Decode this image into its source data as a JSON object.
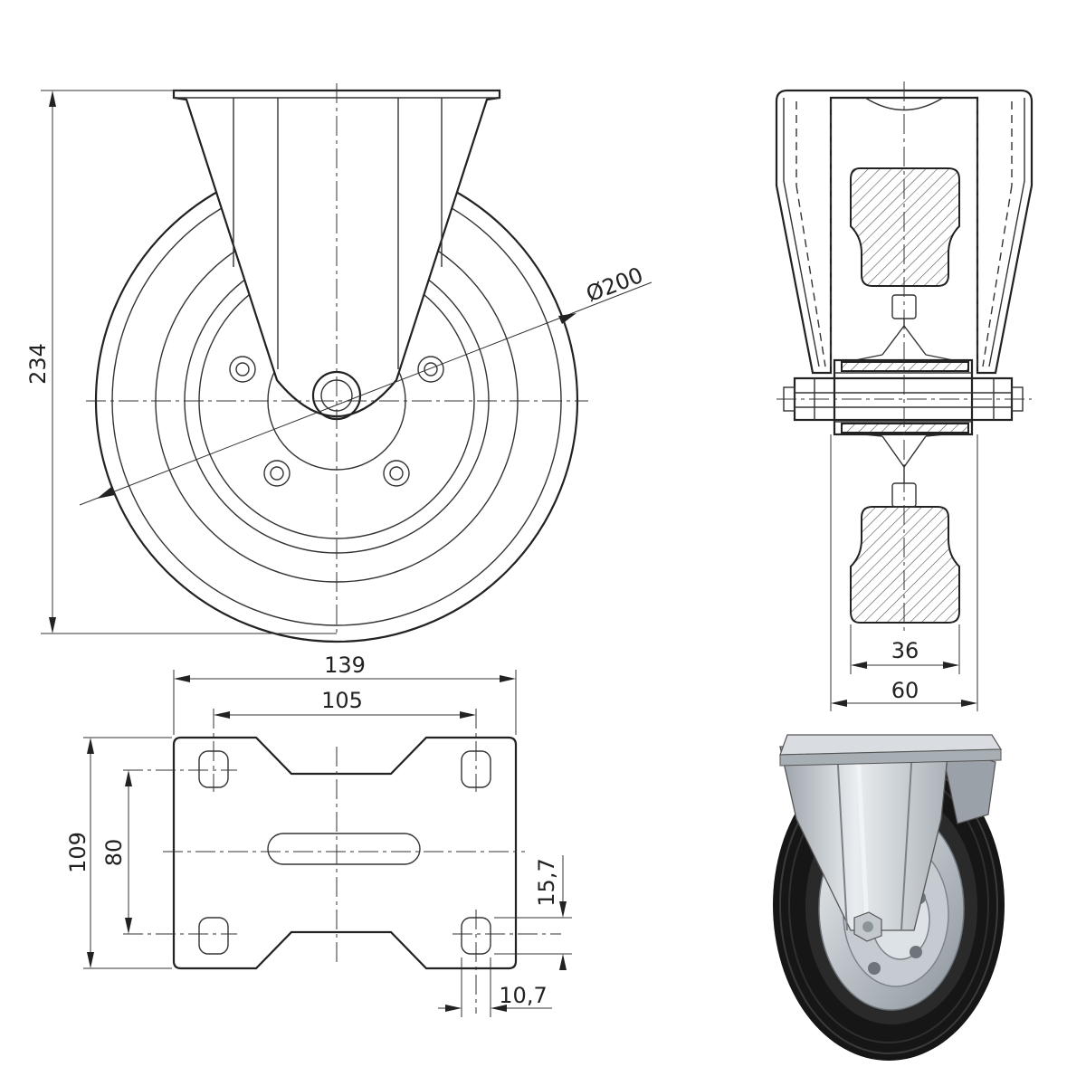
{
  "dimensions": {
    "height_overall": "234",
    "wheel_diameter": "Ø200",
    "plate_width": "139",
    "hole_spacing_width": "105",
    "plate_length": "109",
    "hole_spacing_length": "80",
    "slot_length": "15,7",
    "slot_width": "10,7",
    "tread_width": "36",
    "hub_width": "60"
  },
  "colors": {
    "line": "#222222",
    "tyre": "#1c1c1c",
    "metal": "#c9ced3",
    "metal_dark": "#8d949b"
  }
}
